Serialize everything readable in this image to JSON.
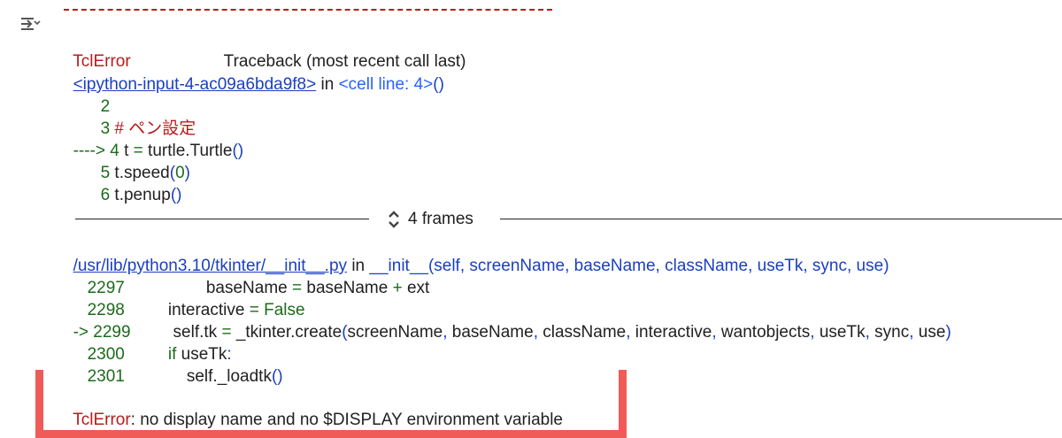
{
  "traceback": {
    "error_name": "TclError",
    "header_right": "Traceback (most recent call last)",
    "input_link": "<ipython-input-4-ac09a6bda9f8>",
    "in_word": "in",
    "cell_line": "<cell line: 4>",
    "cell_line_suffix": "()",
    "code_lines": [
      {
        "num": "2",
        "prefix": "     ",
        "code": ""
      },
      {
        "num": "3",
        "prefix": "     ",
        "code": "# ペン設定"
      },
      {
        "num": "4",
        "prefix": "----> ",
        "code": "t = turtle.Turtle()"
      },
      {
        "num": "5",
        "prefix": "     ",
        "code": "t.speed(0)"
      },
      {
        "num": "6",
        "prefix": "     ",
        "code": "t.penup()"
      }
    ],
    "frames_label": "4 frames",
    "file_link": "/usr/lib/python3.10/tkinter/__init__.py",
    "func_sig": "__init__(self, screenName, baseName, className, useTk, sync, use)",
    "file_lines": [
      {
        "num": "2297",
        "prefix": "    ",
        "code": "            baseName = baseName + ext"
      },
      {
        "num": "2298",
        "prefix": "    ",
        "code": "        interactive = False"
      },
      {
        "num": "2299",
        "prefix": "-> ",
        "code": "        self.tk = _tkinter.create(screenName, baseName, className, interactive, wantobjects, useTk, sync, use)"
      },
      {
        "num": "2300",
        "prefix": "    ",
        "code": "        if useTk:"
      },
      {
        "num": "2301",
        "prefix": "    ",
        "code": "            self._loadtk()"
      }
    ],
    "final_error_name": "TclError",
    "final_error_msg": ": no display name and no $DISPLAY environment variable"
  },
  "icons": {
    "gutter": "output-collapse-icon",
    "frames_toggle": "expand-collapse-chevron-icon"
  },
  "colors": {
    "error_red": "#b71c1c",
    "line_number_green": "#1b6b1b",
    "link_blue": "#1a3fbf",
    "highlight_frame": "#f05a57"
  }
}
